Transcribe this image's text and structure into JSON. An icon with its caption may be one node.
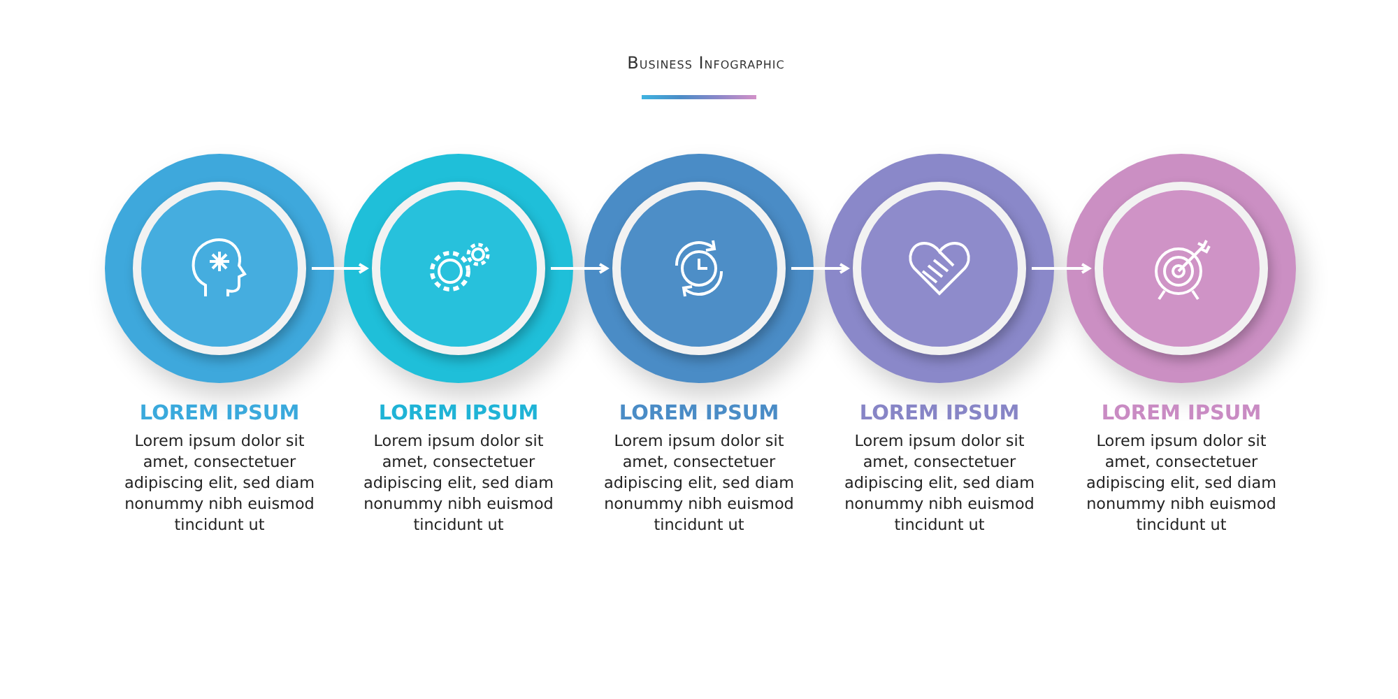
{
  "diagram": {
    "title": "Business Infographic",
    "nodes": [
      {
        "text": [],
        "shape": "circle",
        "beside": [
          "LOREM IPSUM",
          "Lorem ipsum dolor sit amet, consectetuer adipiscing elit, sed diam nonummy nibh euismod tincidunt ut"
        ]
      },
      {
        "text": [],
        "shape": "circle",
        "beside": [
          "LOREM IPSUM",
          "Lorem ipsum dolor sit amet, consectetuer adipiscing elit, sed diam nonummy nibh euismod tincidunt ut"
        ]
      },
      {
        "text": [],
        "shape": "circle",
        "beside": [
          "LOREM IPSUM",
          "Lorem ipsum dolor sit amet, consectetuer adipiscing elit, sed diam nonummy nibh euismod tincidunt ut"
        ]
      },
      {
        "text": [],
        "shape": "circle",
        "beside": [
          "LOREM IPSUM",
          "Lorem ipsum dolor sit amet, consectetuer adipiscing elit, sed diam nonummy nibh euismod tincidunt ut"
        ]
      },
      {
        "text": [],
        "shape": "circle",
        "beside": [
          "LOREM IPSUM",
          "Lorem ipsum dolor sit amet, consectetuer adipiscing elit, sed diam nonummy nibh euismod tincidunt ut"
        ]
      }
    ],
    "edges": [
      {
        "from": 0,
        "to": 1,
        "arrow": "to"
      },
      {
        "from": 1,
        "to": 2,
        "arrow": "to"
      },
      {
        "from": 2,
        "to": 3,
        "arrow": "to"
      },
      {
        "from": 3,
        "to": 4,
        "arrow": "to"
      }
    ]
  }
}
